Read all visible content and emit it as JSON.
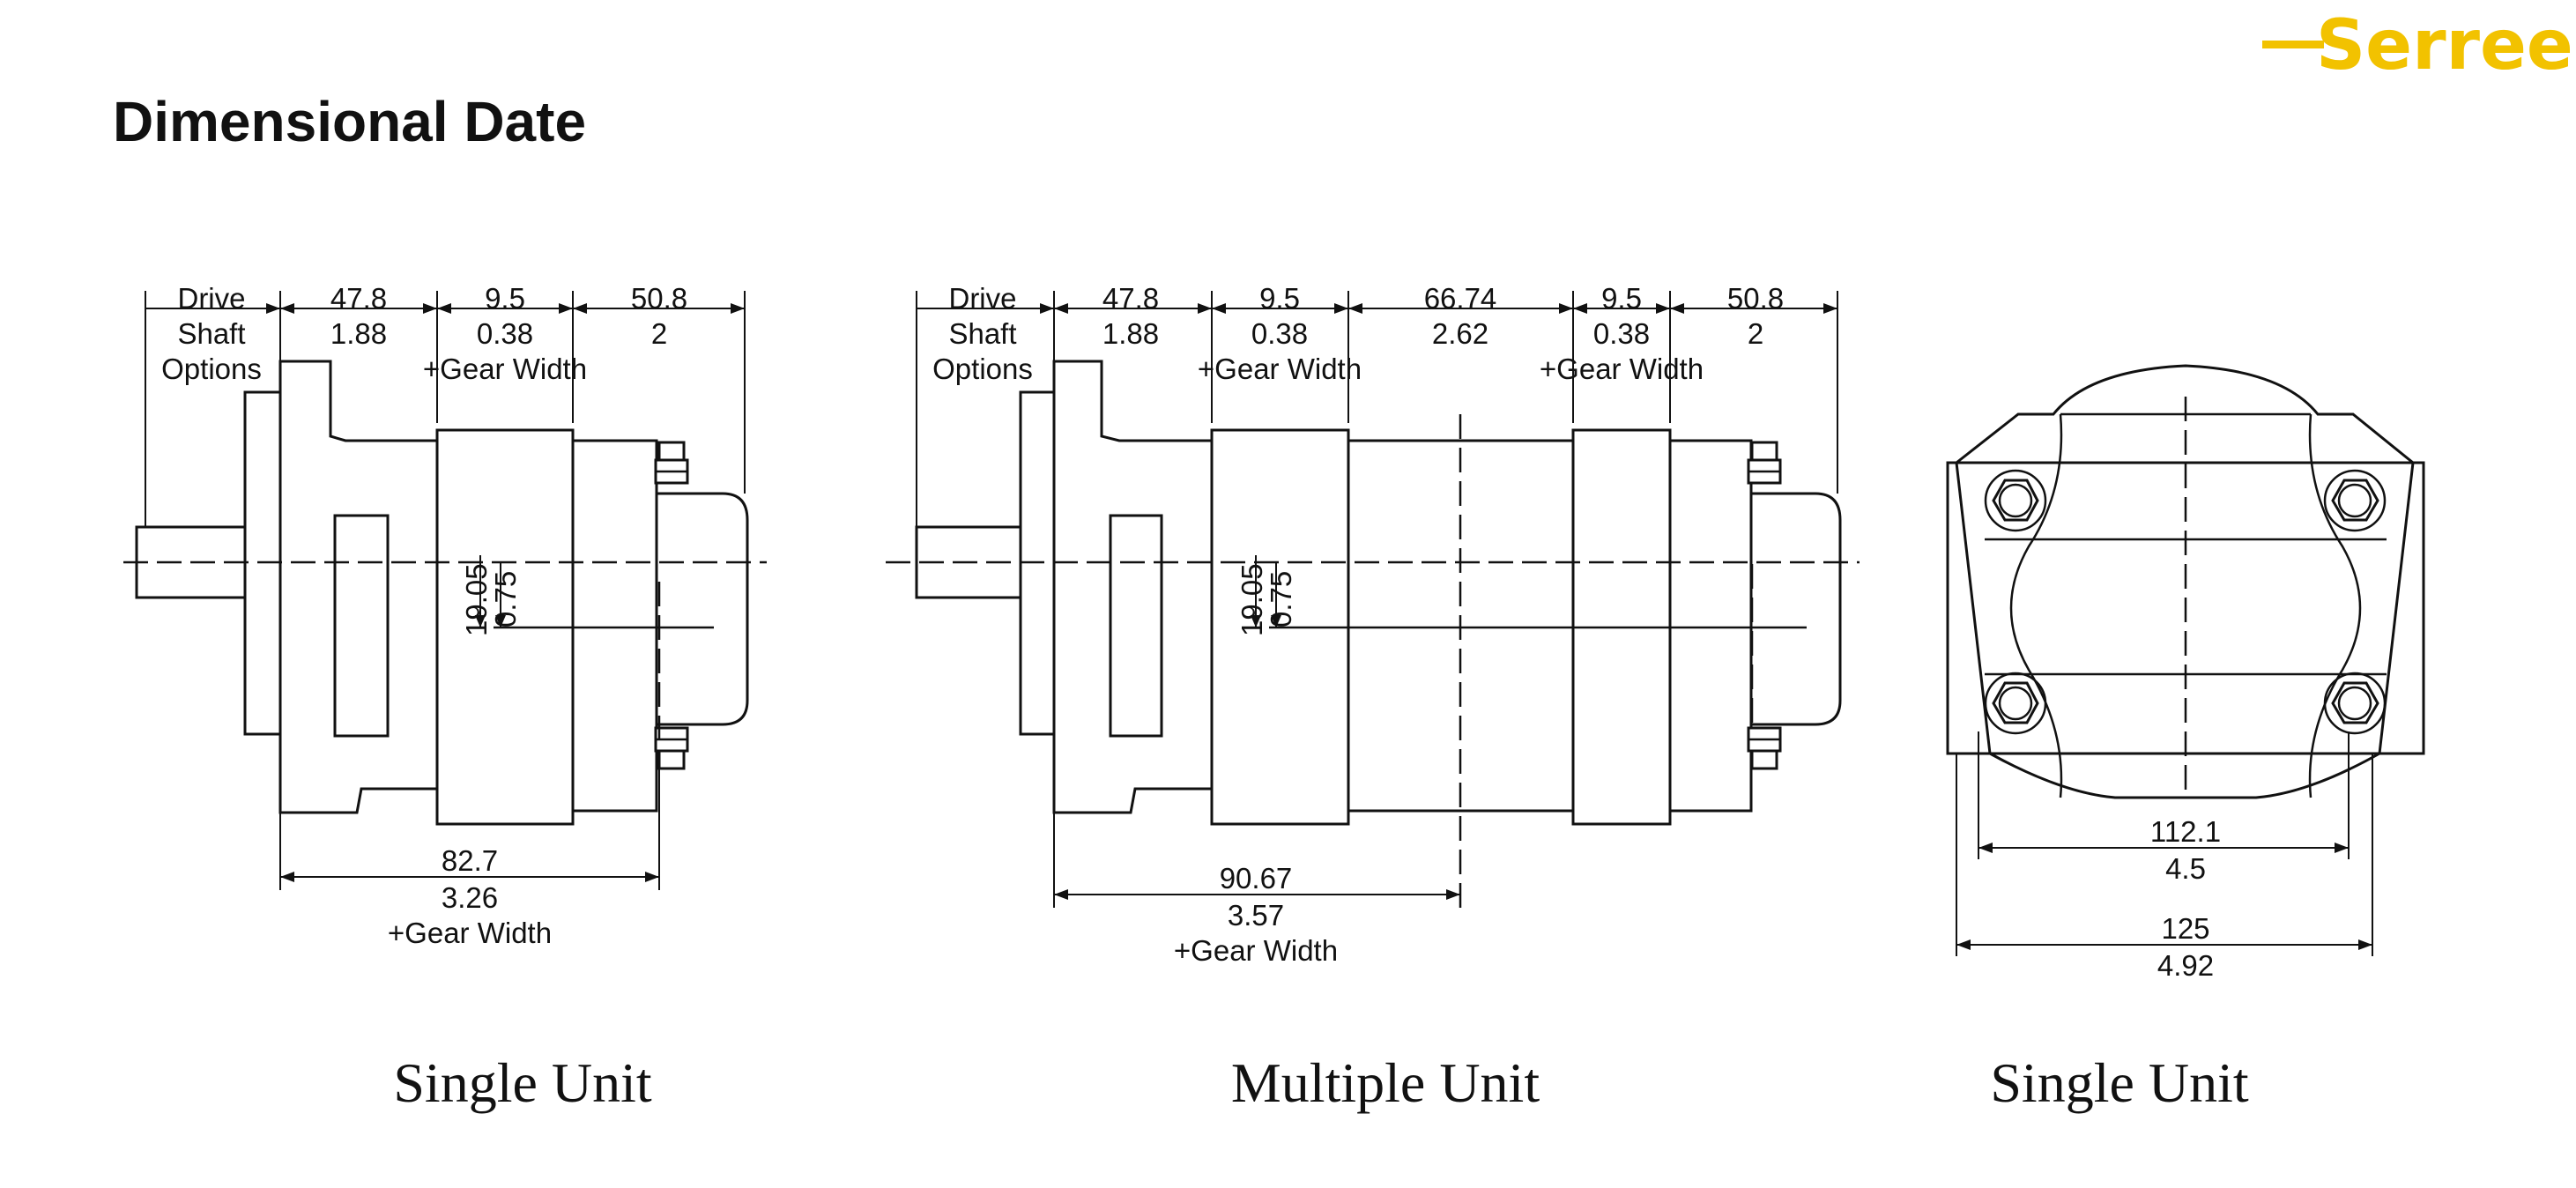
{
  "header": {
    "title": "Dimensional Date",
    "logo_text": "Serreen",
    "brand_color": "#f2c200"
  },
  "views": {
    "single_side": {
      "caption": "Single Unit",
      "drive_label": [
        "Drive",
        "Shaft",
        "Options"
      ],
      "top_dims": [
        {
          "mm": "47.8",
          "in": "1.88"
        },
        {
          "mm": "9.5",
          "in": "0.38",
          "note": "+Gear Width"
        },
        {
          "mm": "50.8",
          "in": "2"
        }
      ],
      "offset_dims": {
        "mm": "19.05",
        "in": "0.75"
      },
      "bottom_dim": {
        "mm": "82.7",
        "in": "3.26",
        "note": "+Gear Width"
      }
    },
    "multiple_side": {
      "caption": "Multiple Unit",
      "drive_label": [
        "Drive",
        "Shaft",
        "Options"
      ],
      "top_dims": [
        {
          "mm": "47.8",
          "in": "1.88"
        },
        {
          "mm": "9.5",
          "in": "0.38",
          "note": "+Gear Width"
        },
        {
          "mm": "66.74",
          "in": "2.62"
        },
        {
          "mm": "9.5",
          "in": "0.38",
          "note": "+Gear Width"
        },
        {
          "mm": "50.8",
          "in": "2"
        }
      ],
      "offset_dims": {
        "mm": "19.05",
        "in": "0.75"
      },
      "bottom_dim": {
        "mm": "90.67",
        "in": "3.57",
        "note": "+Gear Width"
      }
    },
    "single_end": {
      "caption": "Single Unit",
      "inner_dim": {
        "mm": "112.1",
        "in": "4.5"
      },
      "outer_dim": {
        "mm": "125",
        "in": "4.92"
      }
    }
  }
}
